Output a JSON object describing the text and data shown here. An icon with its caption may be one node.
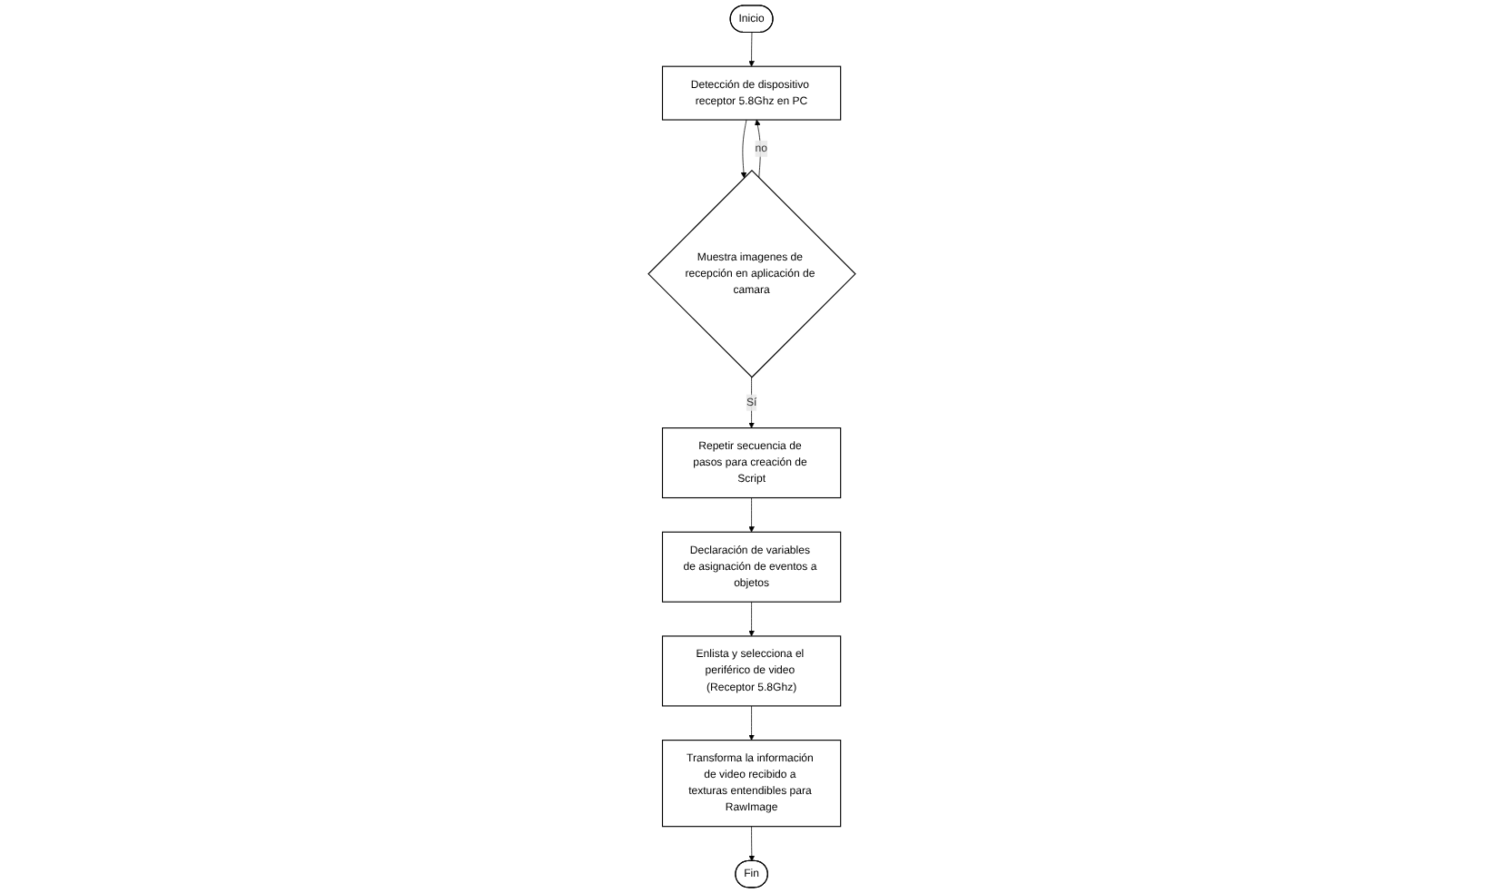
{
  "diagram": {
    "nodes": [
      {
        "text": [
          "Inicio"
        ]
      },
      {
        "text": [
          "Detección de dispositivo receptor 5.8Ghz en PC"
        ]
      },
      {
        "text": [
          "Muestra imagenes de recepción en aplicación de camara"
        ]
      },
      {
        "text": [
          "Repetir secuencia de pasos para creación de Script"
        ]
      },
      {
        "text": [
          "Declaración de variables de asignación de eventos a objetos"
        ]
      },
      {
        "text": [
          "Enlista y selecciona el periférico de video (Receptor 5.8Ghz)"
        ]
      },
      {
        "text": [
          "Transforma la información de video recibido a texturas entendibles para RawImage"
        ]
      },
      {
        "text": [
          "Fin"
        ]
      }
    ],
    "edges": [
      {
        "from": 0,
        "to": 1,
        "arrow": "to"
      },
      {
        "from": 1,
        "to": 2,
        "arrow": "to"
      },
      {
        "from": 2,
        "to": 3,
        "label": "Sí",
        "arrow": "to"
      },
      {
        "from": 2,
        "to": 1,
        "label": "no",
        "arrow": "to"
      },
      {
        "from": 3,
        "to": 4,
        "arrow": "to"
      },
      {
        "from": 4,
        "to": 5,
        "arrow": "to"
      },
      {
        "from": 5,
        "to": 6,
        "arrow": "to"
      },
      {
        "from": 6,
        "to": 7,
        "arrow": "to"
      }
    ]
  }
}
